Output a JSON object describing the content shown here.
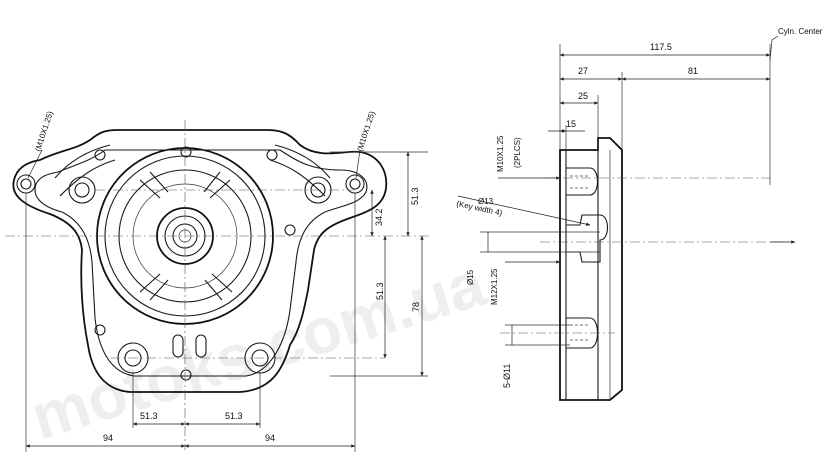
{
  "front_view": {
    "thread_left": "(M10X1.25)",
    "thread_right": "(M10X1.25)",
    "dim_51_3_right_top": "51.3",
    "dim_34_2": "34.2",
    "dim_51_3_right_bottom": "51.3",
    "dim_78": "78",
    "dim_51_3_bottom_left": "51.3",
    "dim_51_3_bottom_right": "51.3",
    "dim_94_left": "94",
    "dim_94_right": "94"
  },
  "side_view": {
    "dim_117_5": "117.5",
    "cyl_center": "Cyln. Center",
    "dim_27": "27",
    "dim_81": "81",
    "dim_25": "25",
    "dim_15": "15",
    "thread_top": "M10X1.25",
    "thread_top_qty": "(2PLCS)",
    "dia_13": "Ø13",
    "key_width": "(Key width 4)",
    "dia_15": "Ø15",
    "thread_bottom": "M12X1.25",
    "holes": "5-Ø11"
  },
  "watermark": "motoks.com.ua"
}
